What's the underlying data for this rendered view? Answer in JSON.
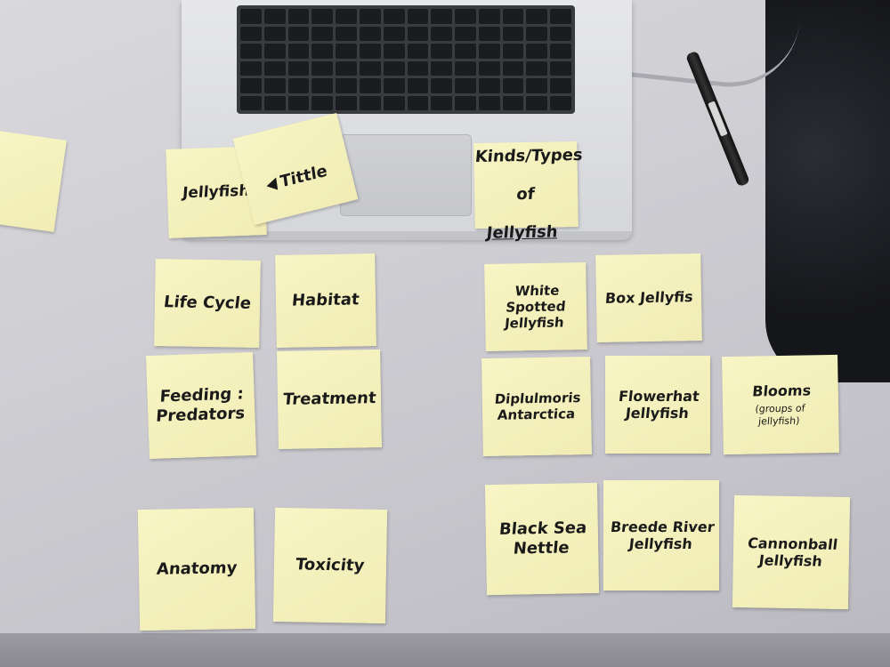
{
  "notes": {
    "jellyfish": "Jellyfish",
    "title_marker": "Tittle",
    "kinds": {
      "line1": "Kinds/Types",
      "line2": "of",
      "line3": "Jellyfish"
    },
    "life_cycle": "Life Cycle",
    "habitat": "Habitat",
    "feeding": "Feeding :\nPredators",
    "treatment": "Treatment",
    "anatomy": "Anatomy",
    "toxicity": "Toxicity",
    "white_spotted": "White Spotted\nJellyfish",
    "box": "Box Jellyfis",
    "diplulmoris": "Diplulmoris\nAntarctica",
    "flowerhat": "Flowerhat\nJellyfish",
    "blooms": {
      "main": "Blooms",
      "sub": "(groups of\njellyfish)"
    },
    "black_sea": "Black Sea\nNettle",
    "breede": "Breede River\nJellyfish",
    "cannonball": "Cannonball\nJellyfish"
  },
  "colors": {
    "sticky_note": "#f4f0bb",
    "desk": "#d0cfd4",
    "ink": "#1a1a1a"
  },
  "icons": [
    "triangle-arrow-icon"
  ]
}
